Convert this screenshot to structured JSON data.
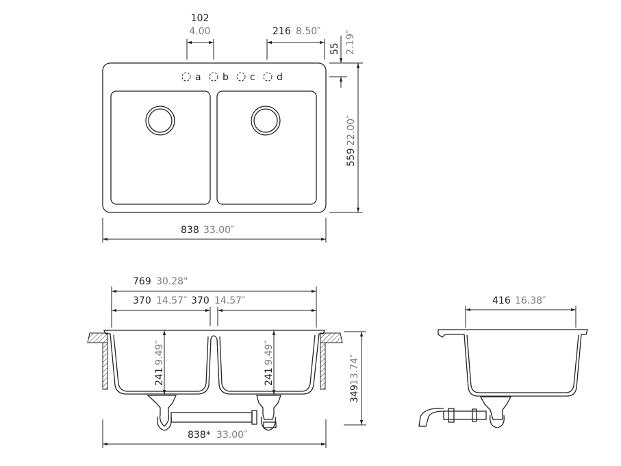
{
  "top_view": {
    "faucet_holes": [
      "a",
      "b",
      "c",
      "d"
    ],
    "dim_hole_spacing": {
      "mm": "102",
      "in": "4.00"
    },
    "dim_hole_offset": {
      "mm": "216",
      "in": "8.50″"
    },
    "dim_hole_edge": {
      "mm": "55",
      "in": "2.19″"
    },
    "dim_depth": {
      "mm": "559",
      "in": "22.00″"
    },
    "dim_width": {
      "mm": "838",
      "in": "33.00″"
    }
  },
  "front_view": {
    "dim_inner_width": {
      "mm": "769",
      "in": "30.28\""
    },
    "dim_bowl_left": {
      "mm": "370",
      "in": "14.57″"
    },
    "dim_bowl_right": {
      "mm": "370",
      "in": "14.57″"
    },
    "dim_bowl_depth_left": {
      "mm": "241",
      "in": "9.49″"
    },
    "dim_bowl_depth_right": {
      "mm": "241",
      "in": "9.49″"
    },
    "dim_total_height": {
      "mm": "349",
      "in": "13.74″"
    },
    "dim_cabinet_width": {
      "mm": "838*",
      "in": "33.00″"
    }
  },
  "side_view": {
    "dim_bowl_width": {
      "mm": "416",
      "in": "16.38″"
    }
  }
}
